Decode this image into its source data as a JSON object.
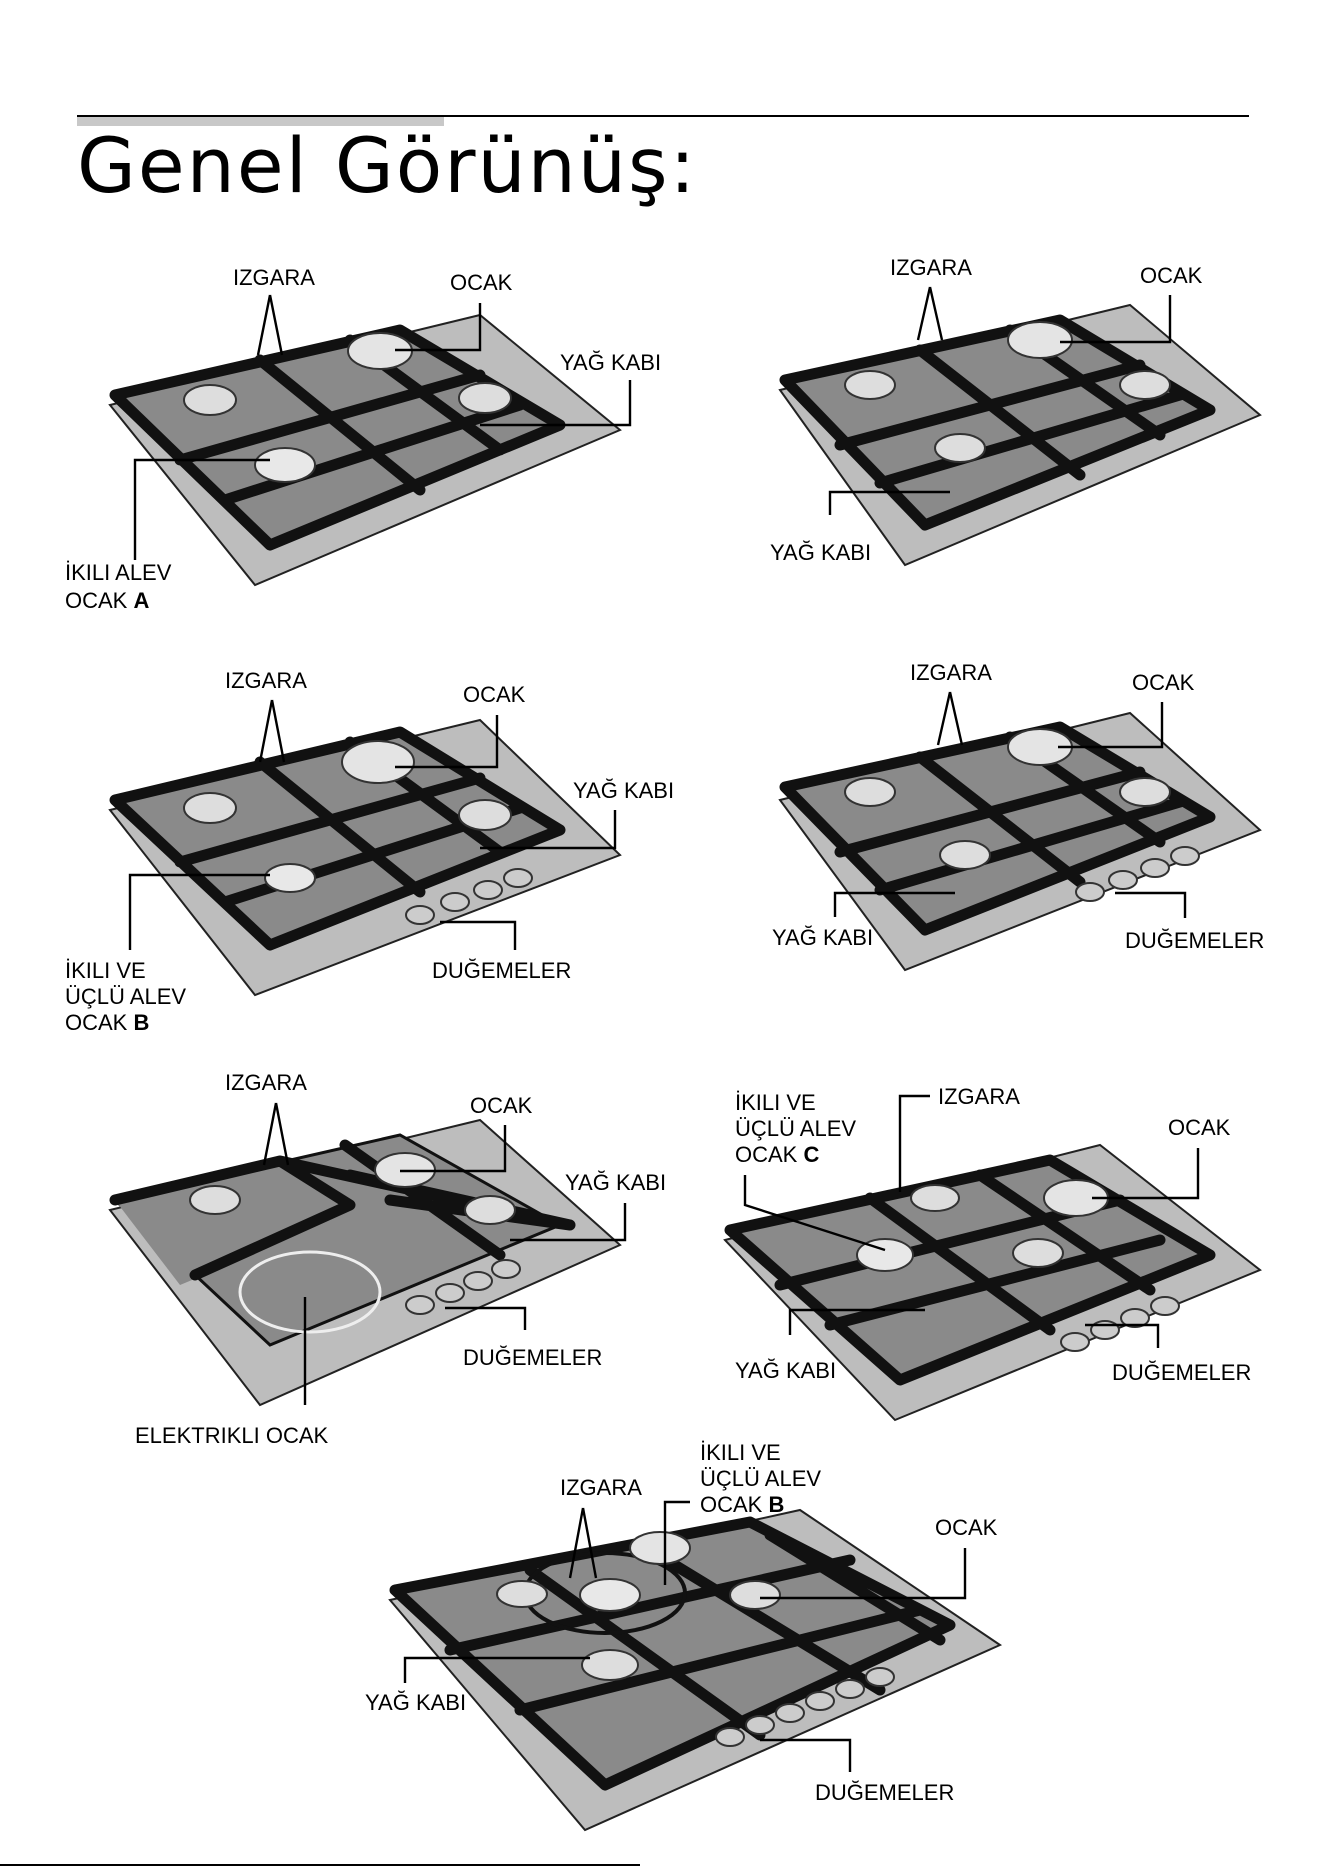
{
  "title": "Genel Görünüş:",
  "labels": {
    "izgara": "IZGARA",
    "ocak": "OCAK",
    "yag_kabi": "YAĞ KABI",
    "dugemeler": "DUĞEMELER",
    "ikili_ve": "İKILI VE",
    "uclu_alev": "ÜÇLÜ ALEV",
    "ocak_word": "OCAK",
    "ikili_alev": "İKILI ALEV",
    "elektrikli_ocak": "ELEKTRIKLI OCAK",
    "letter_a": "A",
    "letter_b": "B",
    "letter_c": "C"
  }
}
